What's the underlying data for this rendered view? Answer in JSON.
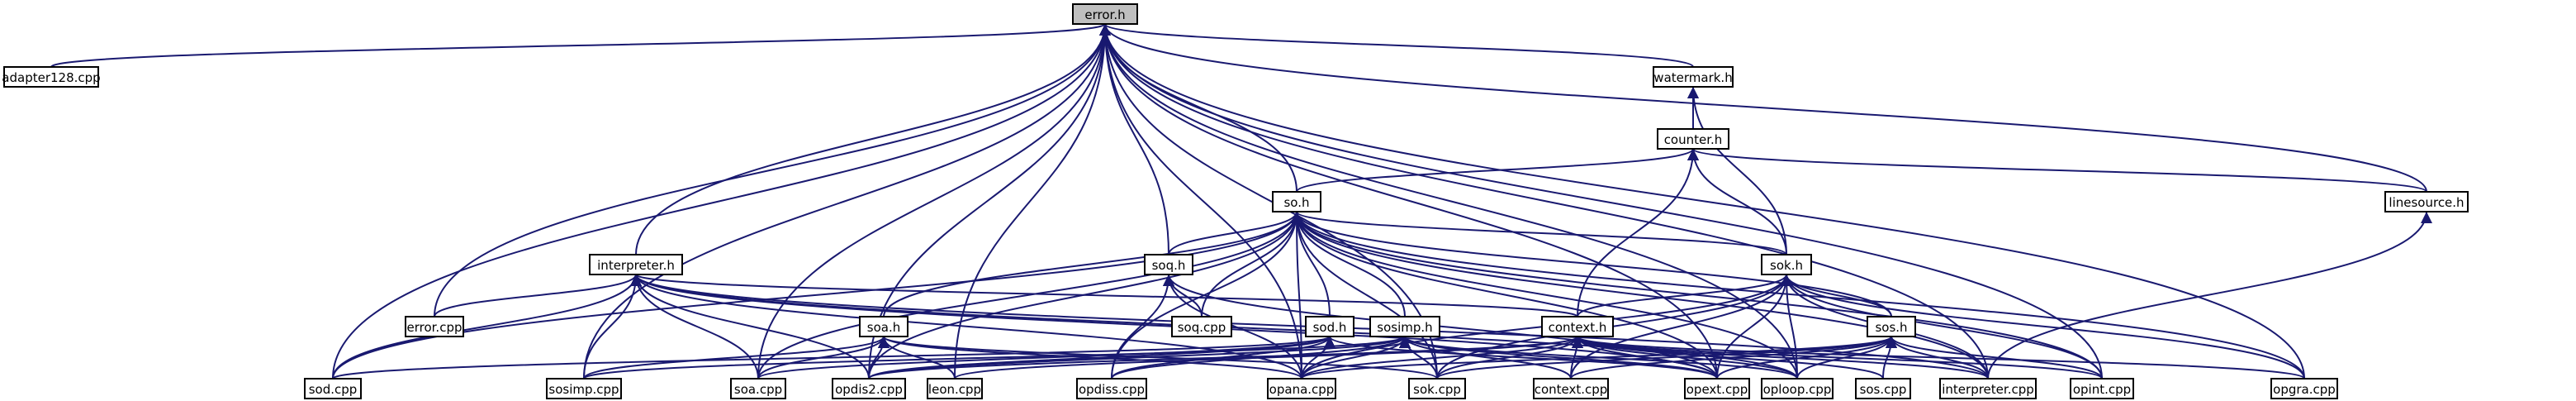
{
  "diagram": {
    "type": "include-dependency-graph",
    "colors": {
      "edge": "#191970",
      "node_border": "#000000",
      "node_fill": "#ffffff",
      "highlight_fill": "#bfbfbf"
    },
    "nodes": [
      {
        "id": "error_h",
        "label": "error.h",
        "highlight": true
      },
      {
        "id": "adapter128_cpp",
        "label": "adapter128.cpp"
      },
      {
        "id": "watermark_h",
        "label": "watermark.h"
      },
      {
        "id": "counter_h",
        "label": "counter.h"
      },
      {
        "id": "linesource_h",
        "label": "linesource.h"
      },
      {
        "id": "so_h",
        "label": "so.h"
      },
      {
        "id": "interpreter_h",
        "label": "interpreter.h"
      },
      {
        "id": "soq_h",
        "label": "soq.h"
      },
      {
        "id": "sok_h",
        "label": "sok.h"
      },
      {
        "id": "error_cpp",
        "label": "error.cpp"
      },
      {
        "id": "soq_cpp",
        "label": "soq.cpp"
      },
      {
        "id": "soa_h",
        "label": "soa.h"
      },
      {
        "id": "sod_h",
        "label": "sod.h"
      },
      {
        "id": "sosimp_h",
        "label": "sosimp.h"
      },
      {
        "id": "context_h",
        "label": "context.h"
      },
      {
        "id": "sos_h",
        "label": "sos.h"
      },
      {
        "id": "sod_cpp",
        "label": "sod.cpp"
      },
      {
        "id": "sosimp_cpp",
        "label": "sosimp.cpp"
      },
      {
        "id": "soa_cpp",
        "label": "soa.cpp"
      },
      {
        "id": "opdis2_cpp",
        "label": "opdis2.cpp"
      },
      {
        "id": "leon_cpp",
        "label": "leon.cpp"
      },
      {
        "id": "opdiss_cpp",
        "label": "opdiss.cpp"
      },
      {
        "id": "opana_cpp",
        "label": "opana.cpp"
      },
      {
        "id": "sok_cpp",
        "label": "sok.cpp"
      },
      {
        "id": "context_cpp",
        "label": "context.cpp"
      },
      {
        "id": "opext_cpp",
        "label": "opext.cpp"
      },
      {
        "id": "oploop_cpp",
        "label": "oploop.cpp"
      },
      {
        "id": "sos_cpp",
        "label": "sos.cpp"
      },
      {
        "id": "interpreter_cpp",
        "label": "interpreter.cpp"
      },
      {
        "id": "opint_cpp",
        "label": "opint.cpp"
      },
      {
        "id": "opgra_cpp",
        "label": "opgra.cpp"
      }
    ],
    "edges": [
      [
        "adapter128_cpp",
        "error_h"
      ],
      [
        "watermark_h",
        "error_h"
      ],
      [
        "so_h",
        "error_h"
      ],
      [
        "soq_h",
        "error_h"
      ],
      [
        "interpreter_h",
        "error_h"
      ],
      [
        "error_cpp",
        "error_h"
      ],
      [
        "sod_cpp",
        "error_h"
      ],
      [
        "sosimp_cpp",
        "error_h"
      ],
      [
        "soa_cpp",
        "error_h"
      ],
      [
        "opdis2_cpp",
        "error_h"
      ],
      [
        "leon_cpp",
        "error_h"
      ],
      [
        "opana_cpp",
        "error_h"
      ],
      [
        "sok_cpp",
        "error_h"
      ],
      [
        "linesource_h",
        "error_h"
      ],
      [
        "opext_cpp",
        "error_h"
      ],
      [
        "oploop_cpp",
        "error_h"
      ],
      [
        "interpreter_cpp",
        "error_h"
      ],
      [
        "opint_cpp",
        "error_h"
      ],
      [
        "opgra_cpp",
        "error_h"
      ],
      [
        "counter_h",
        "watermark_h"
      ],
      [
        "sok_h",
        "watermark_h"
      ],
      [
        "so_h",
        "counter_h"
      ],
      [
        "linesource_h",
        "counter_h"
      ],
      [
        "context_h",
        "counter_h"
      ],
      [
        "sok_h",
        "counter_h"
      ],
      [
        "interpreter_cpp",
        "linesource_h"
      ],
      [
        "soq_h",
        "so_h"
      ],
      [
        "sok_h",
        "so_h"
      ],
      [
        "soa_h",
        "so_h"
      ],
      [
        "sod_h",
        "so_h"
      ],
      [
        "sosimp_h",
        "so_h"
      ],
      [
        "sos_h",
        "so_h"
      ],
      [
        "soq_cpp",
        "so_h"
      ],
      [
        "sod_cpp",
        "so_h"
      ],
      [
        "soa_cpp",
        "so_h"
      ],
      [
        "opdis2_cpp",
        "so_h"
      ],
      [
        "opdiss_cpp",
        "so_h"
      ],
      [
        "opana_cpp",
        "so_h"
      ],
      [
        "sok_cpp",
        "so_h"
      ],
      [
        "opext_cpp",
        "so_h"
      ],
      [
        "oploop_cpp",
        "so_h"
      ],
      [
        "interpreter_cpp",
        "so_h"
      ],
      [
        "opint_cpp",
        "so_h"
      ],
      [
        "opgra_cpp",
        "so_h"
      ],
      [
        "error_cpp",
        "interpreter_h"
      ],
      [
        "sod_cpp",
        "interpreter_h"
      ],
      [
        "sosimp_cpp",
        "interpreter_h"
      ],
      [
        "soa_cpp",
        "interpreter_h"
      ],
      [
        "opdis2_cpp",
        "interpreter_h"
      ],
      [
        "opana_cpp",
        "interpreter_h"
      ],
      [
        "opext_cpp",
        "interpreter_h"
      ],
      [
        "oploop_cpp",
        "interpreter_h"
      ],
      [
        "interpreter_cpp",
        "interpreter_h"
      ],
      [
        "context_h",
        "interpreter_h"
      ],
      [
        "soq_cpp",
        "soq_h"
      ],
      [
        "opdiss_cpp",
        "soq_h"
      ],
      [
        "opana_cpp",
        "soq_h"
      ],
      [
        "opext_cpp",
        "soq_h"
      ],
      [
        "context_h",
        "sok_h"
      ],
      [
        "sos_h",
        "sok_h"
      ],
      [
        "sok_cpp",
        "sok_h"
      ],
      [
        "context_cpp",
        "sok_h"
      ],
      [
        "oploop_cpp",
        "sok_h"
      ],
      [
        "interpreter_cpp",
        "sok_h"
      ],
      [
        "opint_cpp",
        "sok_h"
      ],
      [
        "opgra_cpp",
        "sok_h"
      ],
      [
        "opana_cpp",
        "sok_h"
      ],
      [
        "opext_cpp",
        "sok_h"
      ],
      [
        "sosimp_cpp",
        "soa_h"
      ],
      [
        "soa_cpp",
        "soa_h"
      ],
      [
        "opdis2_cpp",
        "soa_h"
      ],
      [
        "leon_cpp",
        "soa_h"
      ],
      [
        "opana_cpp",
        "soa_h"
      ],
      [
        "sok_cpp",
        "soa_h"
      ],
      [
        "sod_cpp",
        "sod_h"
      ],
      [
        "soa_cpp",
        "sod_h"
      ],
      [
        "opdis2_cpp",
        "sod_h"
      ],
      [
        "opdiss_cpp",
        "sod_h"
      ],
      [
        "opana_cpp",
        "sod_h"
      ],
      [
        "opext_cpp",
        "sod_h"
      ],
      [
        "sosimp_cpp",
        "sosimp_h"
      ],
      [
        "opdis2_cpp",
        "sosimp_h"
      ],
      [
        "opdiss_cpp",
        "sosimp_h"
      ],
      [
        "opana_cpp",
        "sosimp_h"
      ],
      [
        "sok_cpp",
        "sosimp_h"
      ],
      [
        "context_cpp",
        "sosimp_h"
      ],
      [
        "opext_cpp",
        "sosimp_h"
      ],
      [
        "oploop_cpp",
        "sosimp_h"
      ],
      [
        "opdis2_cpp",
        "context_h"
      ],
      [
        "leon_cpp",
        "context_h"
      ],
      [
        "opana_cpp",
        "context_h"
      ],
      [
        "sok_cpp",
        "context_h"
      ],
      [
        "context_cpp",
        "context_h"
      ],
      [
        "opext_cpp",
        "context_h"
      ],
      [
        "oploop_cpp",
        "context_h"
      ],
      [
        "sos_cpp",
        "context_h"
      ],
      [
        "interpreter_cpp",
        "context_h"
      ],
      [
        "opint_cpp",
        "context_h"
      ],
      [
        "opgra_cpp",
        "context_h"
      ],
      [
        "opana_cpp",
        "sos_h"
      ],
      [
        "sok_cpp",
        "sos_h"
      ],
      [
        "context_cpp",
        "sos_h"
      ],
      [
        "opext_cpp",
        "sos_h"
      ],
      [
        "oploop_cpp",
        "sos_h"
      ],
      [
        "sos_cpp",
        "sos_h"
      ],
      [
        "interpreter_cpp",
        "sos_h"
      ],
      [
        "opint_cpp",
        "sos_h"
      ]
    ]
  }
}
